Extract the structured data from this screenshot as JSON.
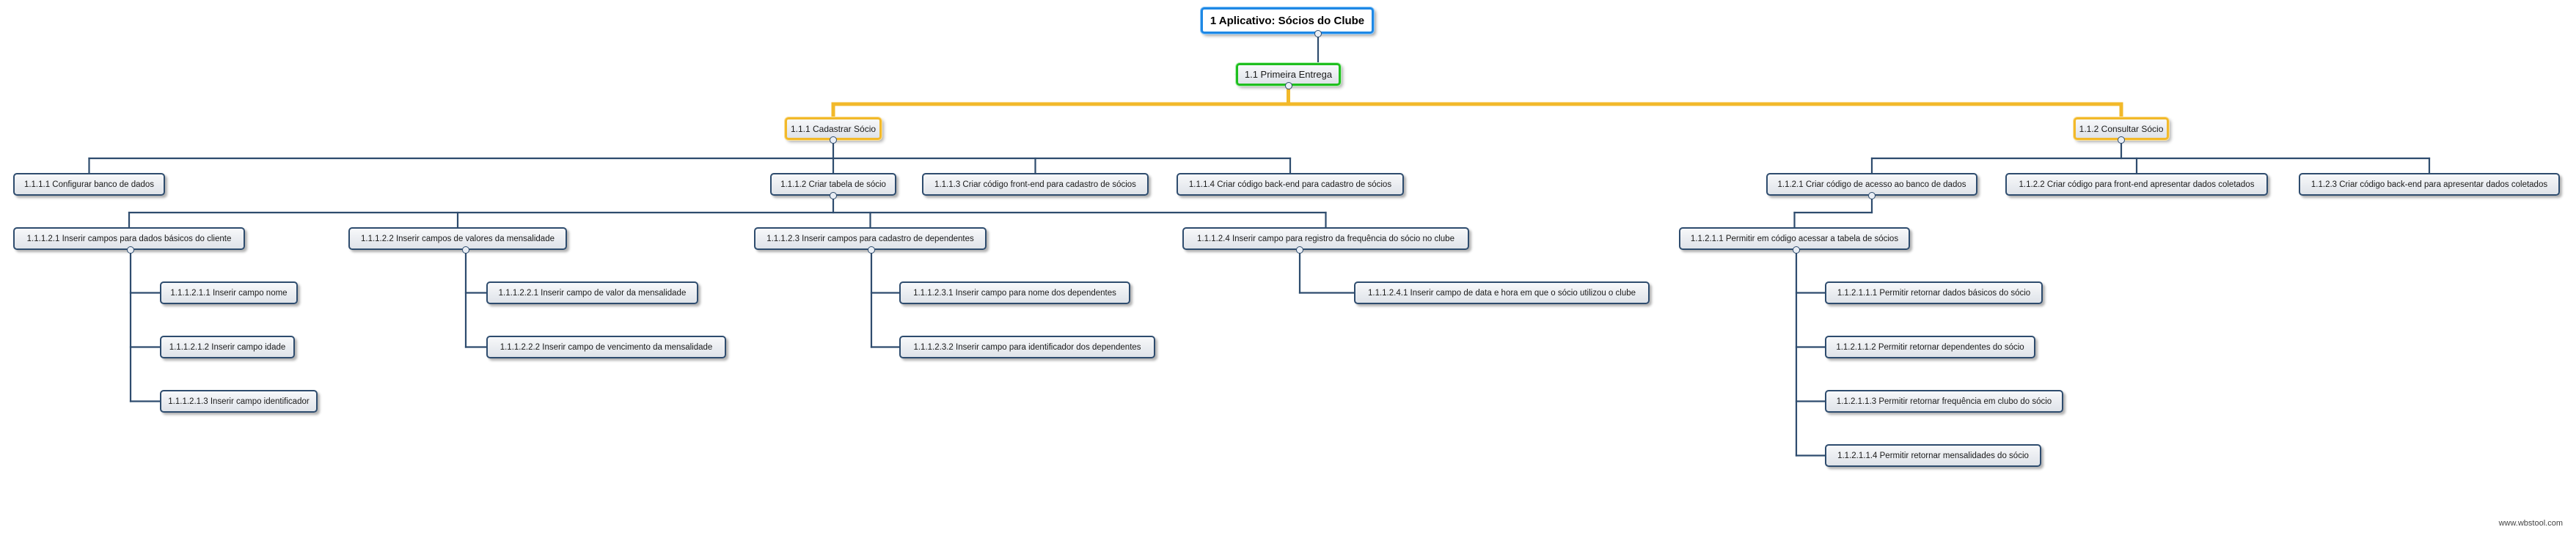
{
  "tree": {
    "label": "1 Aplicativo: Sócios do Clube",
    "children": [
      {
        "label": "1.1 Primeira Entrega",
        "children": [
          {
            "label": "1.1.1 Cadastrar Sócio",
            "children": [
              {
                "label": "1.1.1.1 Configurar banco de dados"
              },
              {
                "label": "1.1.1.2 Criar tabela de sócio",
                "children": [
                  {
                    "label": "1.1.1.2.1 Inserir campos para dados básicos do cliente",
                    "children": [
                      {
                        "label": "1.1.1.2.1.1 Inserir campo nome"
                      },
                      {
                        "label": "1.1.1.2.1.2 Inserir campo idade"
                      },
                      {
                        "label": "1.1.1.2.1.3 Inserir campo identificador"
                      }
                    ]
                  },
                  {
                    "label": "1.1.1.2.2 Inserir campos de valores da mensalidade",
                    "children": [
                      {
                        "label": "1.1.1.2.2.1 Inserir campo de valor da mensalidade"
                      },
                      {
                        "label": "1.1.1.2.2.2 Inserir campo de vencimento da mensalidade"
                      }
                    ]
                  },
                  {
                    "label": "1.1.1.2.3 Inserir campos para cadastro de dependentes",
                    "children": [
                      {
                        "label": "1.1.1.2.3.1 Inserir campo para nome dos dependentes"
                      },
                      {
                        "label": "1.1.1.2.3.2 Inserir campo para identificador dos dependentes"
                      }
                    ]
                  },
                  {
                    "label": "1.1.1.2.4 Inserir campo para registro da frequência do sócio no clube",
                    "children": [
                      {
                        "label": "1.1.1.2.4.1 Inserir campo de data e hora em que o sócio utilizou o clube"
                      }
                    ]
                  }
                ]
              },
              {
                "label": "1.1.1.3 Criar código front-end para cadastro de sócios"
              },
              {
                "label": "1.1.1.4 Criar código back-end para cadastro de sócios"
              }
            ]
          },
          {
            "label": "1.1.2 Consultar Sócio",
            "children": [
              {
                "label": "1.1.2.1 Criar código de acesso ao banco de dados",
                "children": [
                  {
                    "label": "1.1.2.1.1 Permitir em código acessar a tabela de sócios",
                    "children": [
                      {
                        "label": "1.1.2.1.1.1 Permitir retornar dados básicos do sócio"
                      },
                      {
                        "label": "1.1.2.1.1.2 Permitir retornar dependentes do sócio"
                      },
                      {
                        "label": "1.1.2.1.1.3 Permitir retornar frequência em clubo do sócio"
                      },
                      {
                        "label": "1.1.2.1.1.4 Permitir retornar mensalidades do sócio"
                      }
                    ]
                  }
                ]
              },
              {
                "label": "1.1.2.2 Criar código para front-end apresentar dados coletados"
              },
              {
                "label": "1.1.2.3 Criar código back-end para apresentar dados coletados"
              }
            ]
          }
        ]
      }
    ]
  },
  "watermark": "www.wbstool.com",
  "colors": {
    "root": "#1e88e5",
    "level1": "#1fbf1f",
    "level2": "#f2b92a",
    "leaf": "#2e4c6e"
  }
}
